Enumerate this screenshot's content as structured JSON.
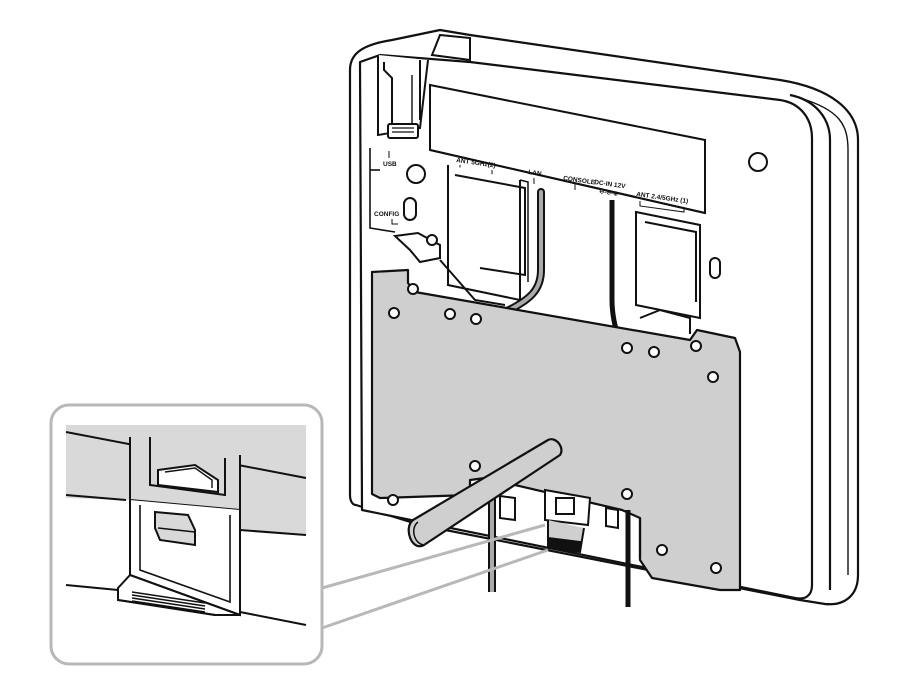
{
  "figure": {
    "port_labels": {
      "usb": "USB",
      "config": "CONFIG",
      "ant_5ghz_2": "ANT 5GHz(2)",
      "lan": "LAN",
      "console": "CONSOLE",
      "dc_in": "DC-IN 12V",
      "dc_polarity": "⊖-⊝-⊕",
      "ant_24_5ghz_1": "ANT 2.4/5GHz (1)"
    },
    "colors": {
      "device_body": "#ffffff",
      "mount_plate": "#cfcfcf",
      "inset_shade": "#d9d9d9",
      "inset_frame": "#b8b8b8",
      "outline": "#111111"
    }
  }
}
